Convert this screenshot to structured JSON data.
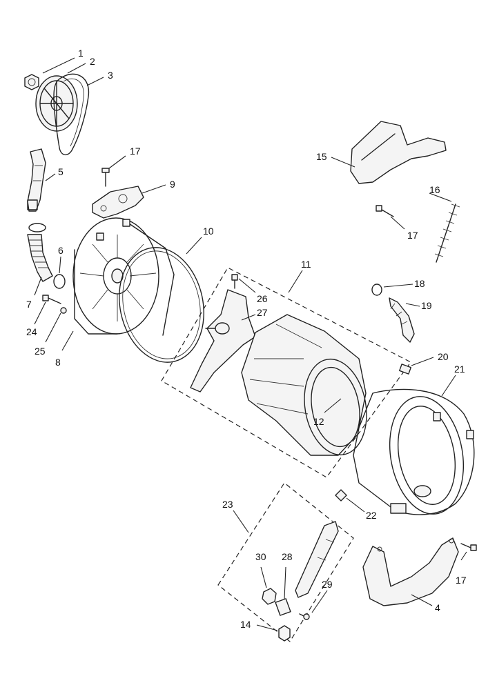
{
  "callouts": [
    {
      "id": "c1",
      "text": "1"
    },
    {
      "id": "c2",
      "text": "2"
    },
    {
      "id": "c3",
      "text": "3"
    },
    {
      "id": "c17a",
      "text": "17"
    },
    {
      "id": "c5",
      "text": "5"
    },
    {
      "id": "c9",
      "text": "9"
    },
    {
      "id": "c10",
      "text": "10"
    },
    {
      "id": "c6",
      "text": "6"
    },
    {
      "id": "c7",
      "text": "7"
    },
    {
      "id": "c24",
      "text": "24"
    },
    {
      "id": "c25",
      "text": "25"
    },
    {
      "id": "c8",
      "text": "8"
    },
    {
      "id": "c11",
      "text": "11"
    },
    {
      "id": "c26",
      "text": "26"
    },
    {
      "id": "c27",
      "text": "27"
    },
    {
      "id": "c12",
      "text": "12"
    },
    {
      "id": "c15",
      "text": "15"
    },
    {
      "id": "c16",
      "text": "16"
    },
    {
      "id": "c17b",
      "text": "17"
    },
    {
      "id": "c18",
      "text": "18"
    },
    {
      "id": "c19",
      "text": "19"
    },
    {
      "id": "c20",
      "text": "20"
    },
    {
      "id": "c21",
      "text": "21"
    },
    {
      "id": "c22",
      "text": "22"
    },
    {
      "id": "c23",
      "text": "23"
    },
    {
      "id": "c30",
      "text": "30"
    },
    {
      "id": "c28",
      "text": "28"
    },
    {
      "id": "c29",
      "text": "29"
    },
    {
      "id": "c14",
      "text": "14"
    },
    {
      "id": "c4",
      "text": "4"
    },
    {
      "id": "c17c",
      "text": "17"
    }
  ]
}
